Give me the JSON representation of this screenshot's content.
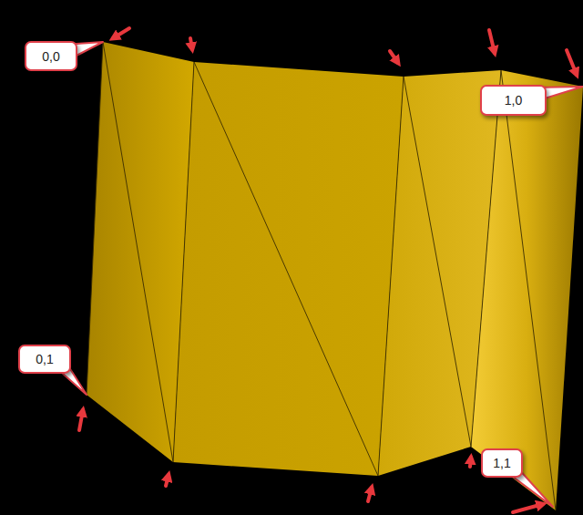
{
  "diagram": {
    "nodes": [
      {
        "text": [
          "0,0"
        ]
      },
      {
        "text": [
          "1,0"
        ]
      },
      {
        "text": [
          "0,1"
        ]
      },
      {
        "text": [
          "1,1"
        ]
      }
    ]
  }
}
